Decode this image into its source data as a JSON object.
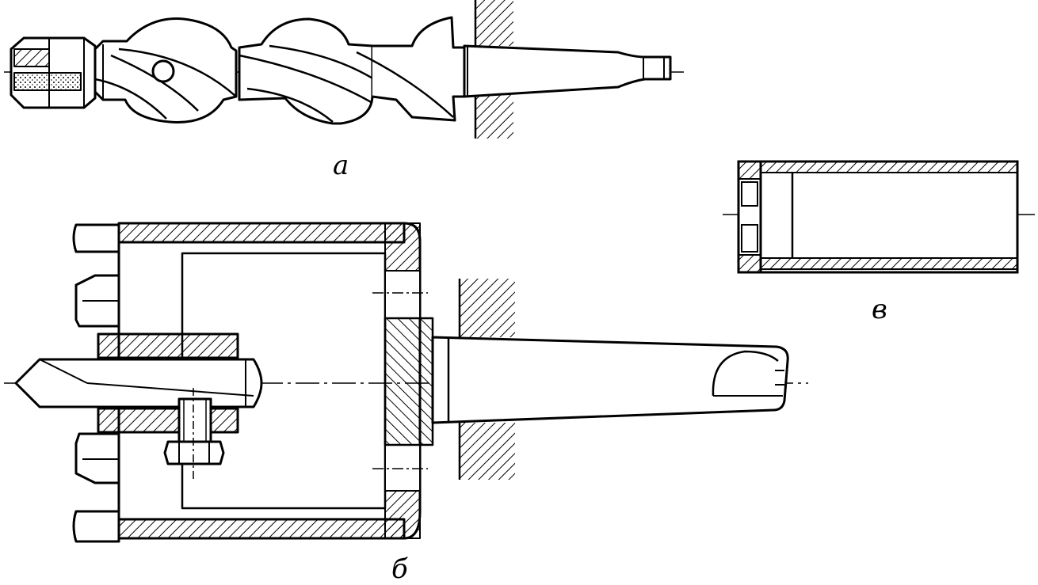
{
  "figure": {
    "labels": {
      "a": "а",
      "b": "б",
      "v": "в"
    },
    "parts": {
      "a": [
        "auger-drill",
        "carbide-tip",
        "morse-taper-shank"
      ],
      "b": [
        "core-drill-body",
        "center-drill",
        "bolt",
        "nut",
        "morse-taper-shank"
      ],
      "v": [
        "core-drill-sleeve"
      ]
    },
    "colors": {
      "line": "#000000",
      "background": "#ffffff"
    }
  }
}
